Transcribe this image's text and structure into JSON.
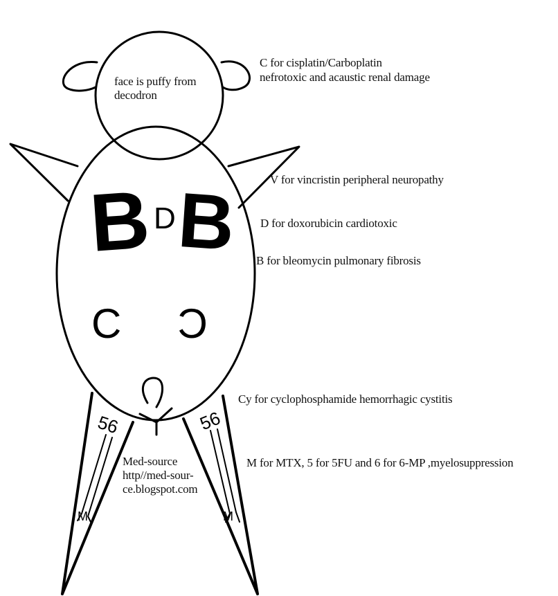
{
  "face_note": "face is puffy from decodron",
  "labels": {
    "cisplatin_line1": "C for cisplatin/Carboplatin",
    "cisplatin_line2": "nefrotoxic and acaustic renal damage",
    "vincristin": "V for vincristin peripheral neuropathy",
    "doxorubicin": "D for doxorubicin cardiotoxic",
    "bleomycin": "B for bleomycin pulmonary fibrosis",
    "cyclophosphamide": "Cy for cyclophosphamide hemorrhagic cystitis",
    "mtx": "M for MTX, 5 for 5FU and 6 for 6-MP ,myelosuppression"
  },
  "body_letters": {
    "lung_left": "B",
    "lung_right": "B",
    "heart": "D",
    "kidney_left": "C",
    "kidney_right": "C",
    "leg_marks": "56",
    "thigh_letter": "M"
  },
  "source": {
    "line1": "Med-source",
    "line2": "http//med-sour-",
    "line3": "ce.blogspot.com"
  }
}
